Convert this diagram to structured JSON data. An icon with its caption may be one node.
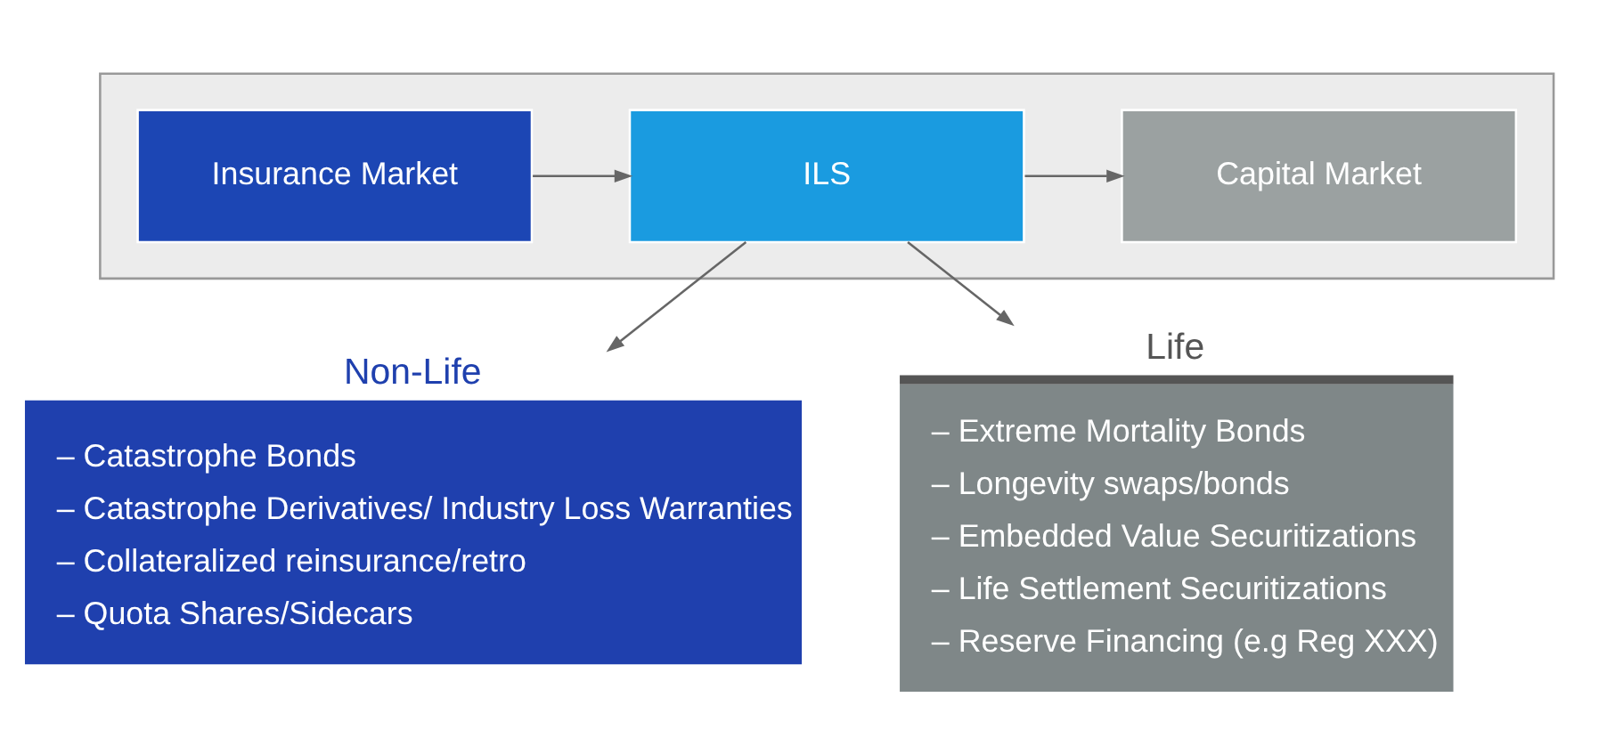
{
  "diagram": {
    "nodes": [
      {
        "text": [],
        "shape": "box"
      },
      {
        "text": [
          "Insurance Market"
        ],
        "in": 0
      },
      {
        "text": [
          "ILS"
        ],
        "in": 0
      },
      {
        "text": [
          "Capital Market"
        ],
        "in": 0
      },
      {
        "text": [
          "Non-Life",
          "– Catastrophe Bonds",
          "– Catastrophe Derivatives/ Industry Loss Warranties",
          "– Collateralized reinsurance/retro",
          "– Quota Shares/Sidecars"
        ]
      },
      {
        "text": [
          "Life",
          "– Extreme Mortality Bonds",
          "– Longevity swaps/bonds",
          "– Embedded Value Securitizations",
          "– Life Settlement Securitizations",
          "– Reserve Financing (e.g Reg XXX)"
        ]
      }
    ],
    "edges": [
      {
        "from": 1,
        "to": 2,
        "arrow": "to"
      },
      {
        "from": 2,
        "to": 3,
        "arrow": "to"
      },
      {
        "from": 2,
        "to": 4,
        "arrow": "to"
      },
      {
        "from": 2,
        "to": 5,
        "arrow": "to"
      }
    ]
  }
}
